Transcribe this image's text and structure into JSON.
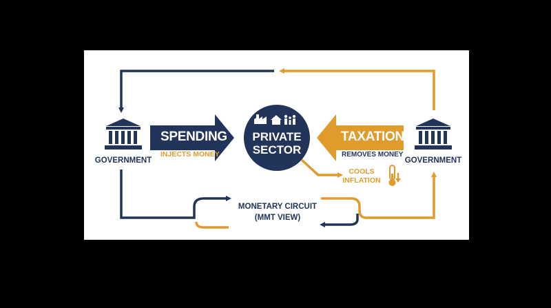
{
  "colors": {
    "navy": "#22345a",
    "gold": "#e09b2d",
    "background": "#ffffff"
  },
  "left_node": {
    "label": "GOVERNMENT",
    "icon": "government-building-icon"
  },
  "right_node": {
    "label": "GOVERNMENT",
    "icon": "government-building-icon"
  },
  "spending": {
    "title": "SPENDING",
    "caption": "INJECTS MONEY"
  },
  "taxation": {
    "title": "TAXATION",
    "caption": "REMOVES MONEY"
  },
  "private_sector": {
    "line1": "PRIVATE",
    "line2": "SECTOR",
    "icons": [
      "factory-icon",
      "house-icon",
      "family-icon"
    ]
  },
  "inflation": {
    "line1": "COOLS",
    "line2": "INFLATION",
    "icon": "thermometer-down-icon"
  },
  "circuit": {
    "line1": "MONETARY CIRCUIT",
    "line2": "(MMT VIEW)"
  }
}
